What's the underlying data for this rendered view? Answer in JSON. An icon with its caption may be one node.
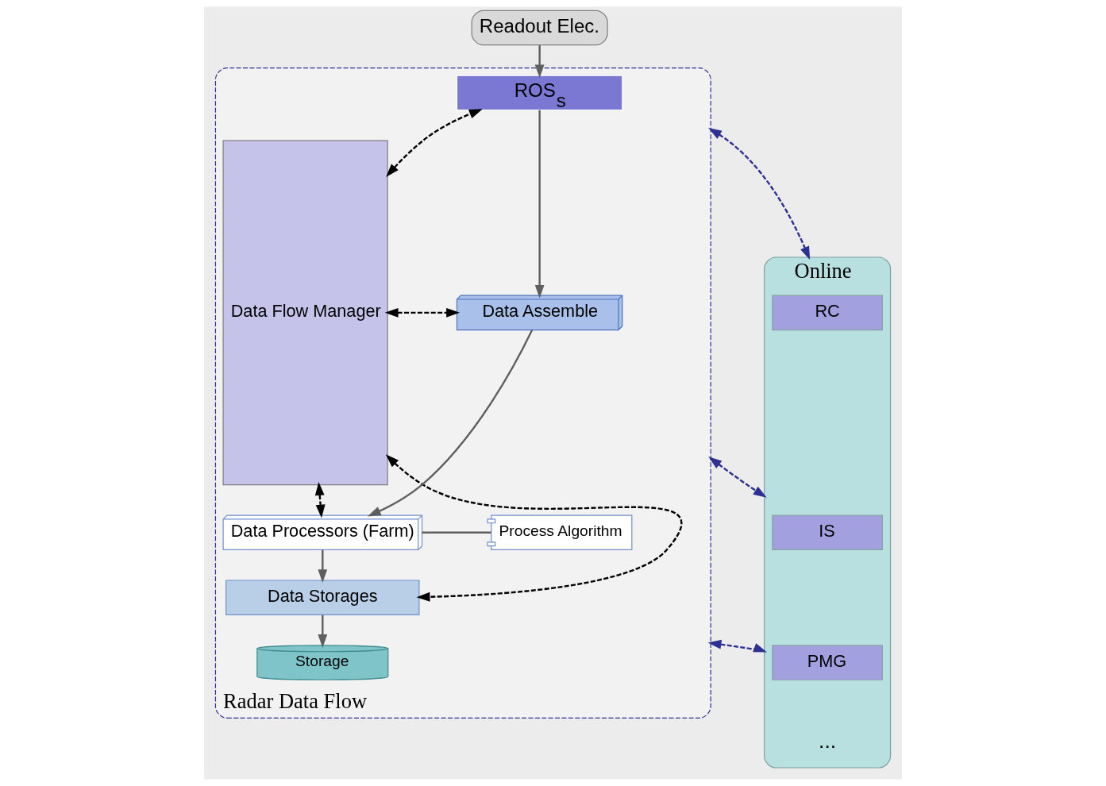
{
  "diagram": {
    "nodes": [
      {
        "text": [
          "Readout Elec."
        ]
      },
      {
        "text": [
          "Radar Data Flow"
        ]
      },
      {
        "text": [
          "Data Flow Manager"
        ],
        "in": 1
      },
      {
        "text": [
          "ROS$_{s}$"
        ],
        "in": 1
      },
      {
        "text": [
          "Data Assemble"
        ],
        "in": 1
      },
      {
        "text": [
          "Data Processors (Farm)"
        ],
        "in": 1
      },
      {
        "text": [
          "Process Algorithm"
        ],
        "in": 1
      },
      {
        "text": [
          "Data Storages"
        ],
        "in": 1
      },
      {
        "text": [
          "Storage"
        ],
        "in": 1
      },
      {
        "text": [
          "Online"
        ]
      },
      {
        "text": [
          "RC"
        ],
        "in": 9
      },
      {
        "text": [
          "IS"
        ],
        "in": 9
      },
      {
        "text": [
          "PMG"
        ],
        "in": 9
      }
    ],
    "edges": [
      {
        "from": 0,
        "to": 3,
        "arrow": "to"
      },
      {
        "from": 3,
        "to": 4,
        "arrow": "to"
      },
      {
        "from": 4,
        "to": 5,
        "arrow": "to"
      },
      {
        "from": 5,
        "to": 7,
        "arrow": "to"
      },
      {
        "from": 7,
        "to": 8,
        "arrow": "to"
      },
      {
        "from": 5,
        "to": 6,
        "arrow": "none"
      },
      {
        "from": 2,
        "to": 3,
        "arrow": "both",
        "style": "dashed",
        "color": "#000000"
      },
      {
        "from": 2,
        "to": 4,
        "arrow": "both",
        "style": "dashed",
        "color": "#000000"
      },
      {
        "from": 2,
        "to": 5,
        "arrow": "both",
        "style": "dashed",
        "color": "#000000"
      },
      {
        "from": 2,
        "to": 7,
        "arrow": "both",
        "style": "dashed",
        "color": "#000000"
      },
      {
        "from": 1,
        "to": 9,
        "arrow": "both",
        "style": "dashed",
        "color": "#2e3192"
      },
      {
        "from": 1,
        "to": 9,
        "arrow": "both",
        "style": "dashed",
        "color": "#2e3192"
      },
      {
        "from": 1,
        "to": 9,
        "arrow": "both",
        "style": "dashed",
        "color": "#2e3192"
      }
    ],
    "labels": [
      "..."
    ]
  }
}
